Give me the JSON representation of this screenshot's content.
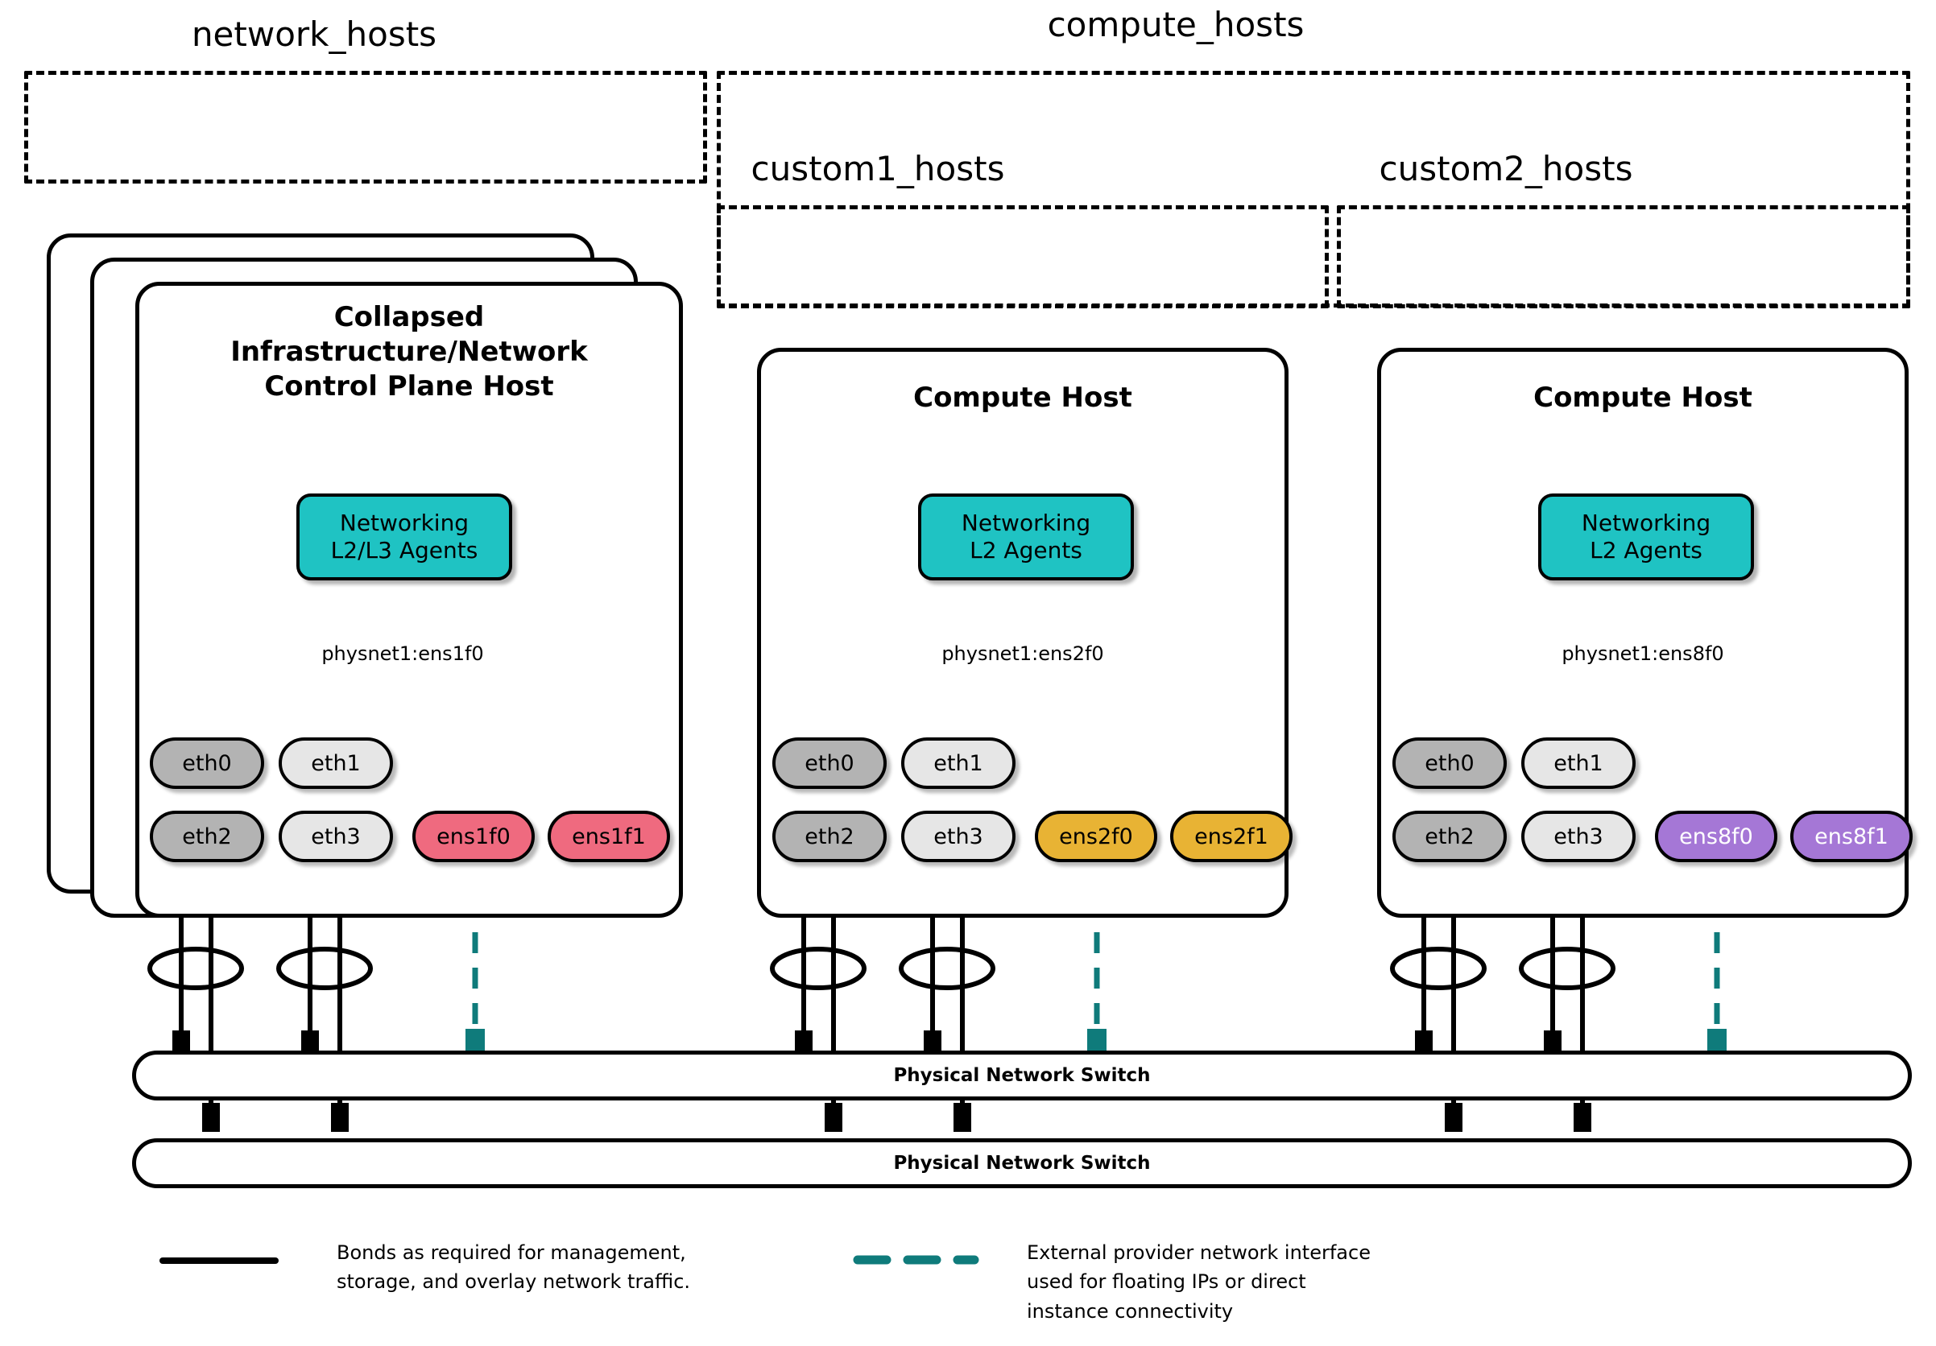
{
  "diagram": {
    "title": "OpenStack network host and compute host NIC layout",
    "accent_teal": "#0f7b7b",
    "agent_fill": "#1fc3c3"
  },
  "groups": [
    {
      "name": "network_hosts",
      "label": "network_hosts"
    },
    {
      "name": "compute_hosts",
      "label": "compute_hosts"
    },
    {
      "name": "custom1_hosts",
      "label": "custom1_hosts"
    },
    {
      "name": "custom2_hosts",
      "label": "custom2_hosts"
    }
  ],
  "hosts": [
    {
      "id": "network-host",
      "title": "Collapsed\nInfrastructure/Network\nControl Plane Host",
      "stacked": true,
      "agent": {
        "label": "Networking\nL2/L3 Agents"
      },
      "physnet": "physnet1:ens1f0",
      "nics_top": [
        {
          "name": "eth0",
          "color": "dark"
        },
        {
          "name": "eth1",
          "color": "light"
        }
      ],
      "nics_bottom": [
        {
          "name": "eth2",
          "color": "dark"
        },
        {
          "name": "eth3",
          "color": "light"
        },
        {
          "name": "ens1f0",
          "color": "pink"
        },
        {
          "name": "ens1f1",
          "color": "pink"
        }
      ]
    },
    {
      "id": "compute-host-1",
      "title": "Compute Host",
      "stacked": false,
      "agent": {
        "label": "Networking\nL2 Agents"
      },
      "physnet": "physnet1:ens2f0",
      "nics_top": [
        {
          "name": "eth0",
          "color": "dark"
        },
        {
          "name": "eth1",
          "color": "light"
        }
      ],
      "nics_bottom": [
        {
          "name": "eth2",
          "color": "dark"
        },
        {
          "name": "eth3",
          "color": "light"
        },
        {
          "name": "ens2f0",
          "color": "gold"
        },
        {
          "name": "ens2f1",
          "color": "gold"
        }
      ]
    },
    {
      "id": "compute-host-2",
      "title": "Compute Host",
      "stacked": false,
      "agent": {
        "label": "Networking\nL2 Agents"
      },
      "physnet": "physnet1:ens8f0",
      "nics_top": [
        {
          "name": "eth0",
          "color": "dark"
        },
        {
          "name": "eth1",
          "color": "light"
        }
      ],
      "nics_bottom": [
        {
          "name": "eth2",
          "color": "dark"
        },
        {
          "name": "eth3",
          "color": "light"
        },
        {
          "name": "ens8f0",
          "color": "purple"
        },
        {
          "name": "ens8f1",
          "color": "purple"
        }
      ]
    }
  ],
  "switches": [
    {
      "id": "switch-top",
      "label": "Physical Network Switch"
    },
    {
      "id": "switch-bottom",
      "label": "Physical Network Switch"
    }
  ],
  "legend": [
    {
      "id": "legend-bond",
      "style": "solid",
      "color": "#000000",
      "text": "Bonds as required for management,\nstorage, and overlay network traffic."
    },
    {
      "id": "legend-provider",
      "style": "dashed",
      "color": "#0f7b7b",
      "text": "External provider network interface\nused for floating IPs or direct\ninstance connectivity"
    }
  ]
}
